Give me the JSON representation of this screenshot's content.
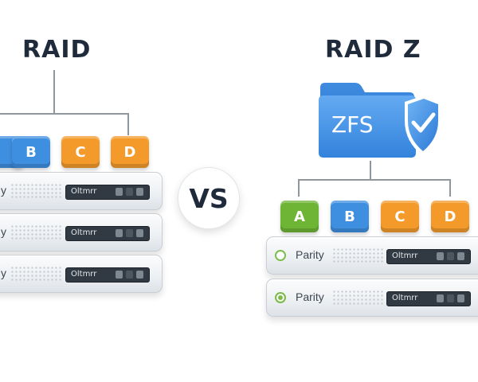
{
  "left": {
    "title": "RAID",
    "disks": [
      {
        "label": "",
        "color": "#3f8fe0"
      },
      {
        "label": "B",
        "color": "#3f8fe0"
      },
      {
        "label": "C",
        "color": "#f39a2b"
      },
      {
        "label": "D",
        "color": "#f39a2b"
      }
    ],
    "units": [
      {
        "label": "y",
        "panel": "Oltmrr"
      },
      {
        "label": "y",
        "panel": "Oltmrr"
      },
      {
        "label": "y",
        "panel": "Oltmrr"
      }
    ]
  },
  "vs": "VS",
  "right": {
    "title": "RAID Z",
    "folder_label": "ZFS",
    "shield_icon": "shield-check-icon",
    "disks": [
      {
        "label": "A",
        "color": "#6fb535"
      },
      {
        "label": "B",
        "color": "#3f8fe0"
      },
      {
        "label": "C",
        "color": "#f39a2b"
      },
      {
        "label": "D",
        "color": "#f39a2b"
      }
    ],
    "units": [
      {
        "label": "Parity",
        "panel": "Oltmrr"
      },
      {
        "label": "Parity",
        "panel": "Oltmrr"
      }
    ]
  },
  "colors": {
    "blue": "#3f8fe0",
    "orange": "#f39a2b",
    "green": "#6fb535",
    "folder": "#4a97e8",
    "text": "#1f2a3b"
  }
}
